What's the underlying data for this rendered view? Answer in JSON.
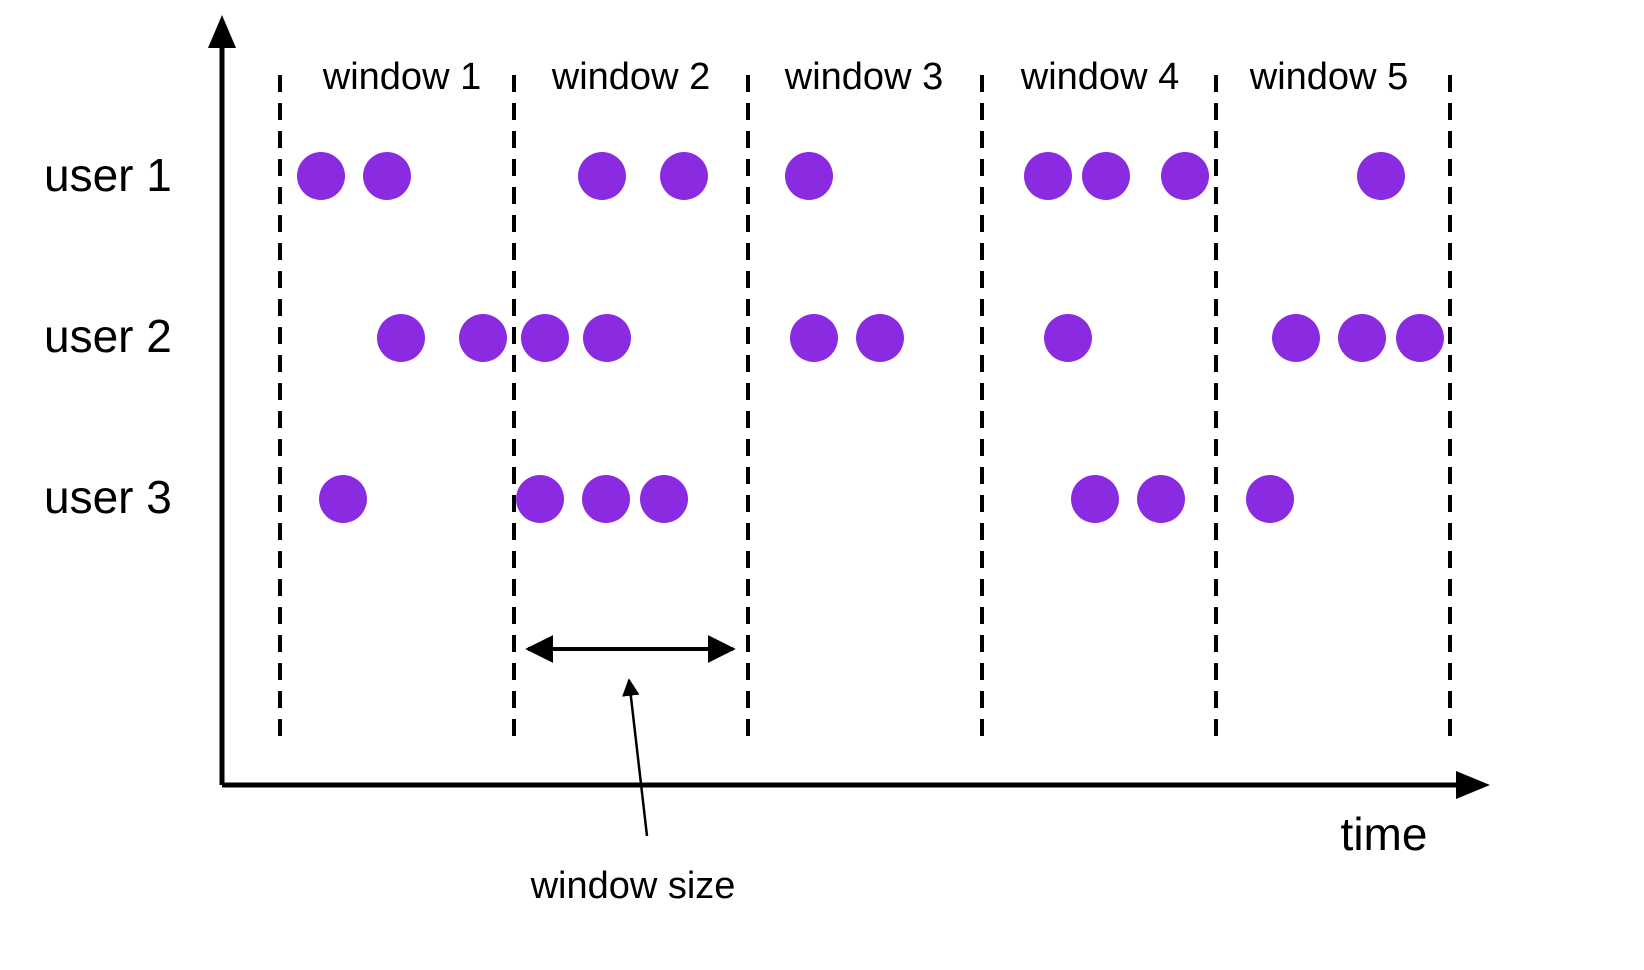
{
  "diagram": {
    "windows": [
      "window 1",
      "window 2",
      "window 3",
      "window 4",
      "window 5"
    ],
    "users": [
      "user 1",
      "user 2",
      "user 3"
    ],
    "x_axis_label": "time",
    "window_size_label": "window size",
    "events": [
      {
        "user": "user 1",
        "count_per_window": [
          2,
          2,
          1,
          3,
          1
        ]
      },
      {
        "user": "user 2",
        "count_per_window": [
          2,
          2,
          2,
          1,
          3
        ]
      },
      {
        "user": "user 3",
        "count_per_window": [
          1,
          3,
          0,
          2,
          1
        ]
      }
    ],
    "colors": {
      "event": "#8a2be2",
      "line": "#000000",
      "background": "#ffffff"
    }
  }
}
